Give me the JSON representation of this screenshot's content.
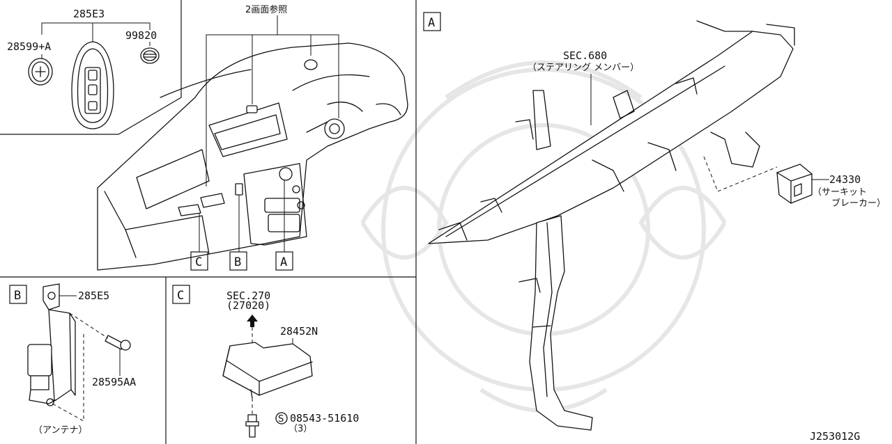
{
  "diagram_id": "J253012G",
  "main_view": {
    "ref_note": "2画面参照",
    "callouts": [
      {
        "id": "A",
        "text": "A"
      },
      {
        "id": "B",
        "text": "B"
      },
      {
        "id": "C",
        "text": "C"
      }
    ]
  },
  "key_inset": {
    "part_key": "285E3",
    "part_battery": "28599+A",
    "part_cap": "99820"
  },
  "inset_a": {
    "letter": "A",
    "sec_label": "SEC.680",
    "sec_desc": "（ステアリング メンバー）",
    "part_no": "24330",
    "part_desc_1": "（サーキット",
    "part_desc_2": "ブレーカー）"
  },
  "inset_b": {
    "letter": "B",
    "part_bracket": "285E5",
    "part_bolt": "28595AA",
    "caption": "（アンテナ）"
  },
  "inset_c": {
    "letter": "C",
    "sec_label": "SEC.270",
    "sec_sub": "(27020)",
    "part_no": "28452N",
    "screw_code": "S",
    "screw_part": "08543-51610",
    "screw_qty": "（3）"
  }
}
